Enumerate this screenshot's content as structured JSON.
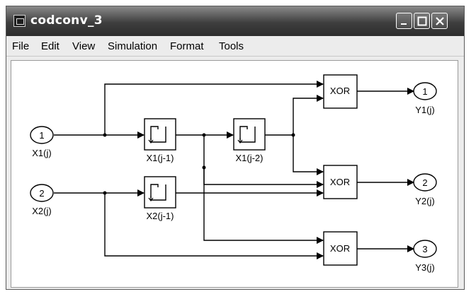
{
  "window": {
    "title": "codconv_3"
  },
  "menu": [
    "File",
    "Edit",
    "View",
    "Simulation",
    "Format",
    "Tools"
  ],
  "diagram": {
    "inports": [
      {
        "number": "1",
        "label": "X1(j)"
      },
      {
        "number": "2",
        "label": "X2(j)"
      }
    ],
    "delays": [
      {
        "label": "X1(j-1)"
      },
      {
        "label": "X1(j-2)"
      },
      {
        "label": "X2(j-1)"
      }
    ],
    "xors": [
      {
        "label": "XOR"
      },
      {
        "label": "XOR"
      },
      {
        "label": "XOR"
      }
    ],
    "outports": [
      {
        "number": "1",
        "label": "Y1(j)"
      },
      {
        "number": "2",
        "label": "Y2(j)"
      },
      {
        "number": "3",
        "label": "Y3(j)"
      }
    ]
  }
}
